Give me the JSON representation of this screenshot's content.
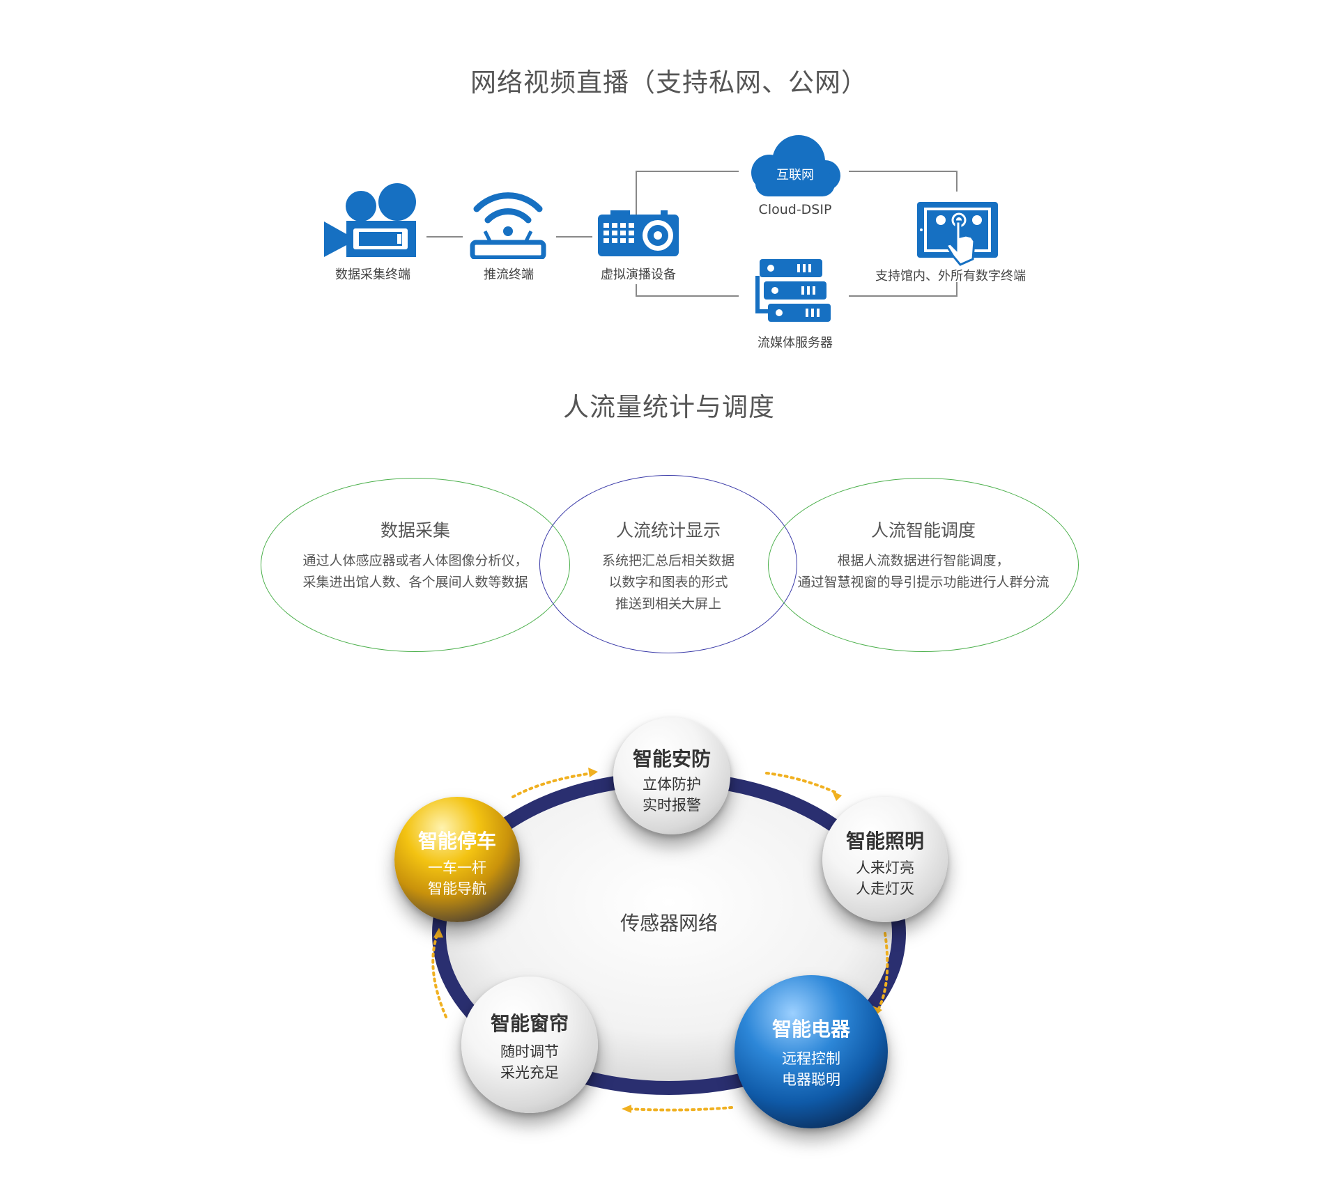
{
  "section1": {
    "title": "网络视频直播（支持私网、公网）",
    "nodes": {
      "capture": "数据采集终端",
      "push": "推流终端",
      "virtual": "虚拟演播设备",
      "cloud_inner": "互联网",
      "cloud": "Cloud-DSIP",
      "server": "流媒体服务器",
      "terminal": "支持馆内、外所有数字终端"
    },
    "colors": {
      "icon": "#1670c2",
      "line": "#888888"
    },
    "icons": [
      "video-camera-icon",
      "wifi-router-icon",
      "projector-icon",
      "cloud-icon",
      "server-rack-icon",
      "touch-screen-icon"
    ]
  },
  "section2": {
    "title": "人流量统计与调度",
    "circles": [
      {
        "title": "数据采集",
        "lines": [
          "通过人体感应器或者人体图像分析仪，",
          "采集进出馆人数、各个展间人数等数据"
        ],
        "color": "#4cb04c"
      },
      {
        "title": "人流统计显示",
        "lines": [
          "系统把汇总后相关数据",
          "以数字和图表的形式",
          "推送到相关大屏上"
        ],
        "color": "#3a3aa8"
      },
      {
        "title": "人流智能调度",
        "lines": [
          "根据人流数据进行智能调度，",
          "通过智慧视窗的导引提示功能进行人群分流"
        ],
        "color": "#4cb04c"
      }
    ]
  },
  "section3": {
    "center_label": "传感器网络",
    "spheres": {
      "security": {
        "title": "智能安防",
        "lines": [
          "立体防护",
          "实时报警"
        ]
      },
      "lighting": {
        "title": "智能照明",
        "lines": [
          "人来灯亮",
          "人走灯灭"
        ]
      },
      "appliance": {
        "title": "智能电器",
        "lines": [
          "远程控制",
          "电器聪明"
        ]
      },
      "curtain": {
        "title": "智能窗帘",
        "lines": [
          "随时调节",
          "采光充足"
        ]
      },
      "parking": {
        "title": "智能停车",
        "lines": [
          "一车一杆",
          "智能导航"
        ]
      }
    },
    "colors": {
      "ring": "#2a2f70",
      "arrow": "#f0b020"
    }
  }
}
